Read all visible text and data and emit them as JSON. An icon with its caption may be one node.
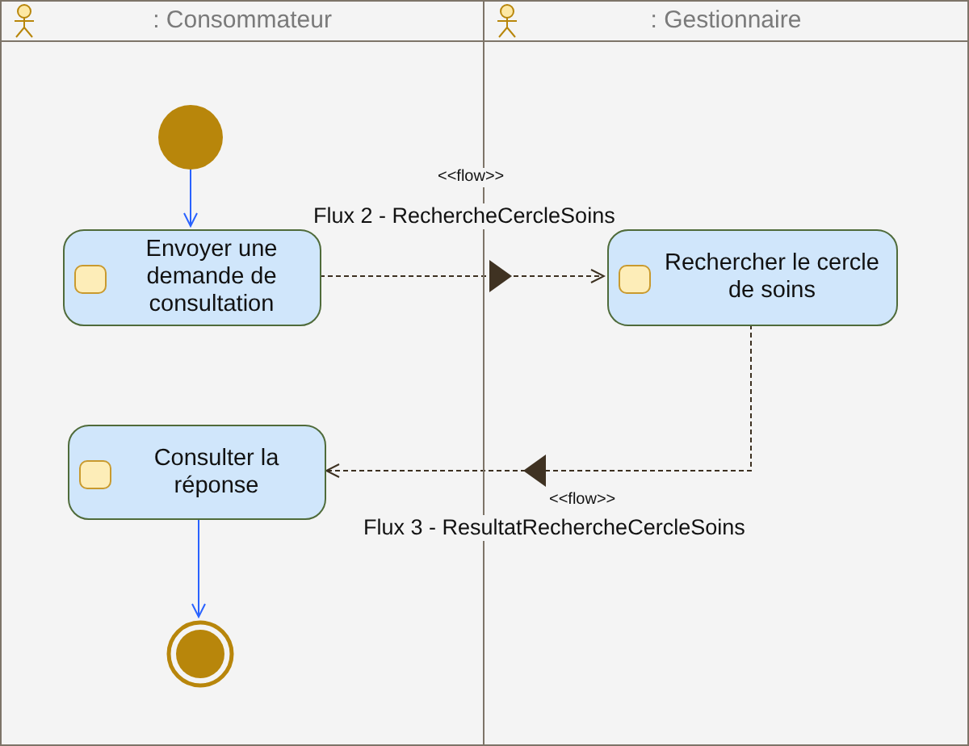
{
  "diagram": {
    "nodes": [
      {
        "text": [
          ": Consommateur"
        ]
      },
      {
        "text": [
          ": Gestionnaire"
        ]
      },
      {
        "text": [],
        "shape": "circle",
        "in": 0
      },
      {
        "text": [
          "Envoyer une demande de consultation"
        ],
        "in": 0
      },
      {
        "text": [
          "Rechercher le cercle de soins"
        ],
        "in": 1
      },
      {
        "text": [
          "Consulter la réponse"
        ],
        "in": 0
      },
      {
        "text": [],
        "shape": "circle",
        "in": 0
      }
    ],
    "edges": [
      {
        "from": 2,
        "to": 3,
        "arrow": "to",
        "color": "#2962ff"
      },
      {
        "from": 3,
        "to": 4,
        "arrow": "to",
        "style": "dashed",
        "color": "#3c3020",
        "label": "Flux 2 - RechercheCercleSoins"
      },
      {
        "from": 4,
        "to": 5,
        "arrow": "to",
        "style": "dashed",
        "color": "#3c3020",
        "label": "Flux 3 - ResultatRechercheCercleSoins"
      },
      {
        "from": 5,
        "to": 6,
        "arrow": "to",
        "color": "#2962ff"
      }
    ],
    "labels": [
      "<<flow>>",
      "<<flow>>"
    ]
  }
}
